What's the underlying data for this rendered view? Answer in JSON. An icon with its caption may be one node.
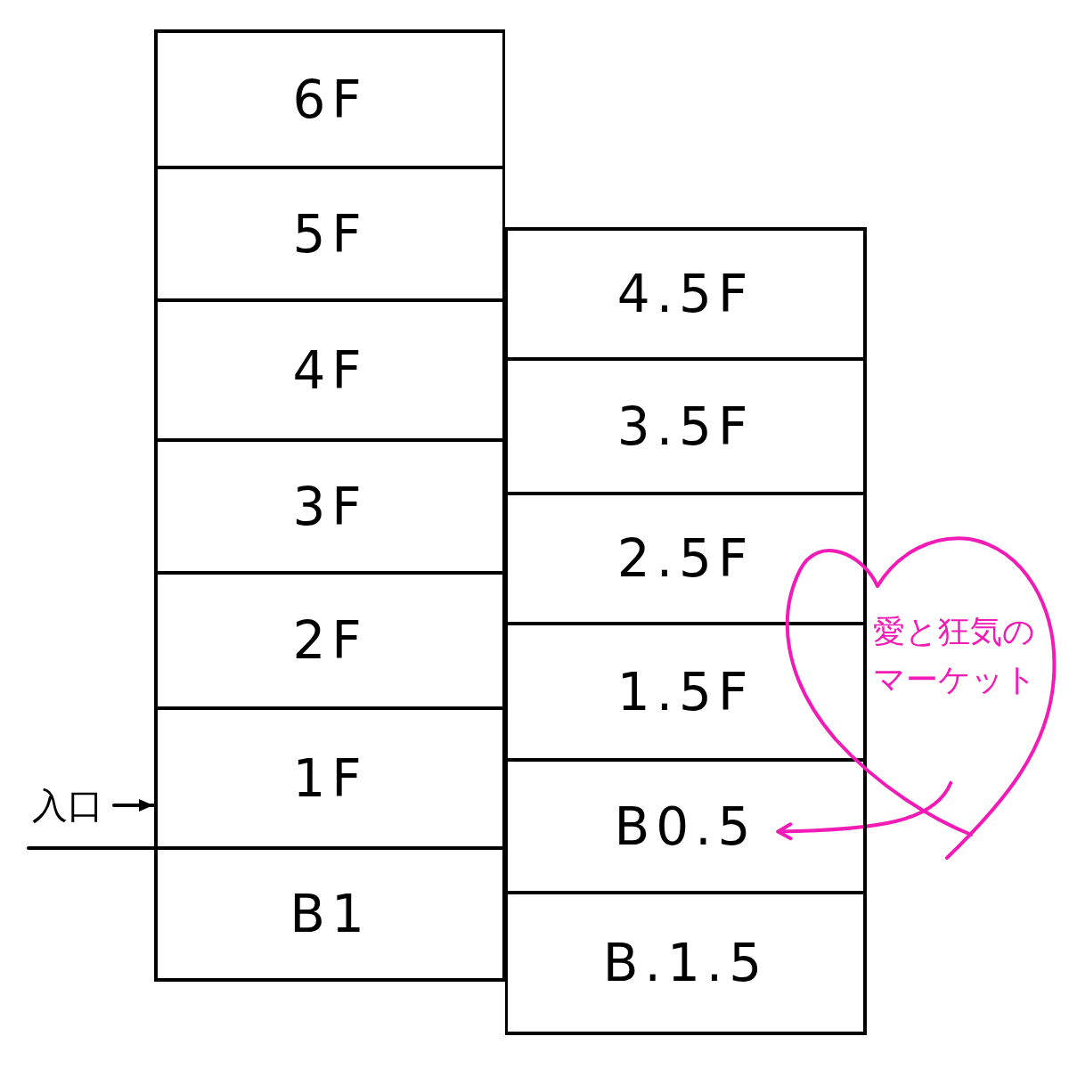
{
  "diagram": {
    "nodes": [
      {
        "text": [
          "6F"
        ]
      },
      {
        "text": [
          "5F"
        ]
      },
      {
        "text": [
          "4F"
        ]
      },
      {
        "text": [
          "3F"
        ]
      },
      {
        "text": [
          "2F"
        ]
      },
      {
        "text": [
          "1F"
        ]
      },
      {
        "text": [
          "B1"
        ]
      },
      {
        "text": [
          "4.5F"
        ]
      },
      {
        "text": [
          "3.5F"
        ]
      },
      {
        "text": [
          "2.5F"
        ]
      },
      {
        "text": [
          "1.5F"
        ]
      },
      {
        "text": [
          "B0.5"
        ]
      },
      {
        "text": [
          "B.1.5"
        ]
      },
      {
        "text": [
          "入口"
        ]
      },
      {
        "text": [
          "愛と狂気のマーケット"
        ]
      }
    ],
    "edges": [
      {
        "from": 13,
        "to": 5,
        "arrow": "to"
      },
      {
        "from": 14,
        "to": 11,
        "arrow": "to",
        "color": "#f21bb6"
      }
    ]
  }
}
